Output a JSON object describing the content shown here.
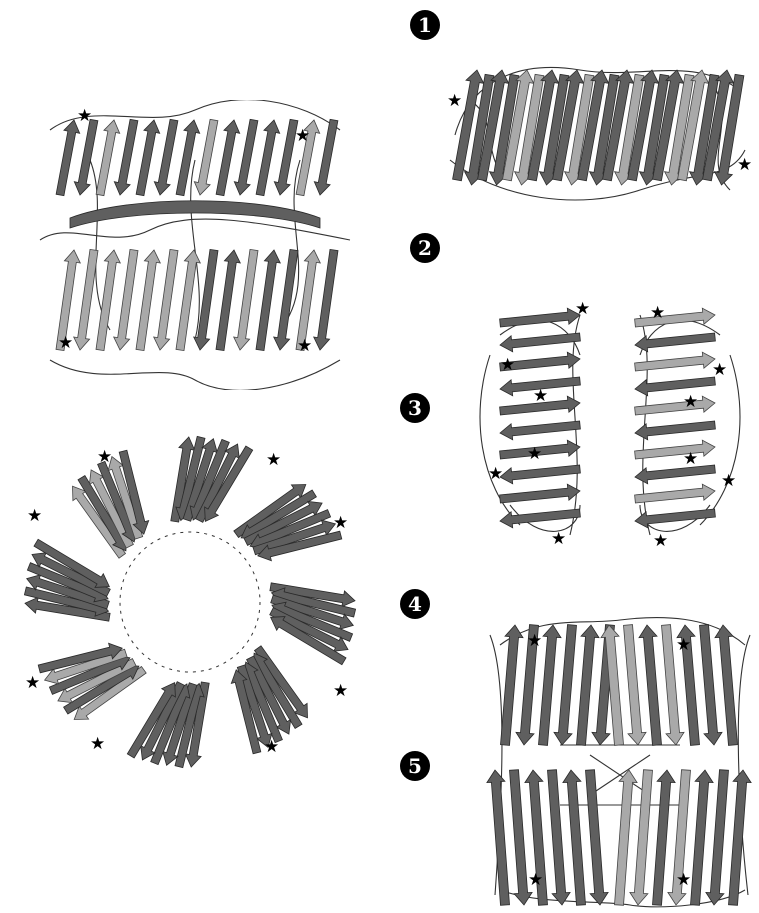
{
  "markers": [
    {
      "id": "marker-1",
      "label": "1"
    },
    {
      "id": "marker-2",
      "label": "2"
    },
    {
      "id": "marker-3",
      "label": "3"
    },
    {
      "id": "marker-4",
      "label": "4"
    },
    {
      "id": "marker-5",
      "label": "5"
    }
  ],
  "star_symbol": "★",
  "panels": [
    {
      "id": "panel-1",
      "view": "side",
      "icon": "beta-sheet-side-view"
    },
    {
      "id": "panel-2",
      "view": "dimer-side",
      "icon": "beta-helix-dimer-side"
    },
    {
      "id": "panel-3",
      "view": "dimer-top",
      "icon": "beta-helix-dimer-top"
    },
    {
      "id": "panel-4",
      "view": "ring",
      "icon": "beta-propeller-ring"
    },
    {
      "id": "panel-5",
      "view": "barrel",
      "icon": "beta-barrel-side"
    }
  ],
  "colors": {
    "strand_dark": "#5f5f5f",
    "strand_light": "#a9a9a9",
    "loop": "#333333"
  }
}
